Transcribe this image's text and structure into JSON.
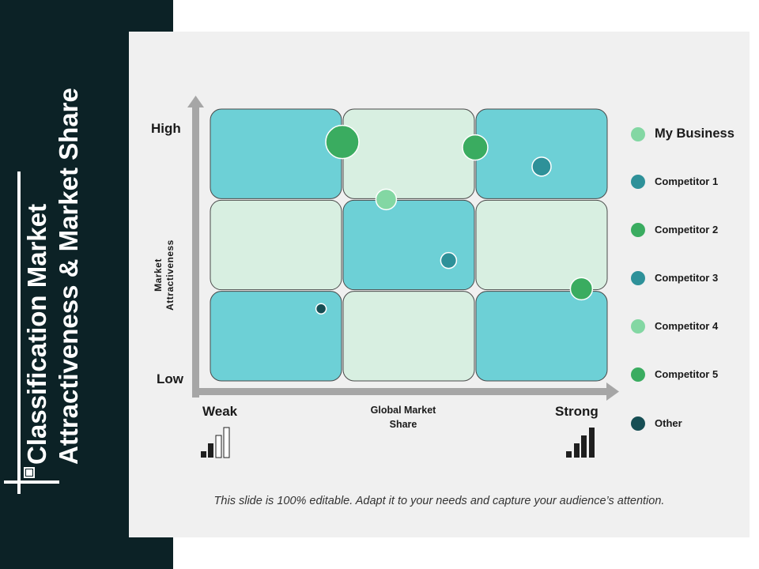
{
  "slide": {
    "title_line1": "Classification Market",
    "title_line2": "Attractiveness  & Market Share",
    "footer": "This slide is 100% editable. Adapt it to your needs and capture your audience’s attention."
  },
  "colors": {
    "sidebar": "#0c2226",
    "panel": "#f0f0f0",
    "cell_teal": "#6dd0d6",
    "cell_light": "#d8efe1",
    "axis": "#a6a6a6"
  },
  "chart_data": {
    "type": "scatter",
    "title": "",
    "xlabel": "Global Market Share",
    "ylabel": "Market Attractiveness",
    "x_low_label": "Weak",
    "x_high_label": "Strong",
    "y_low_label": "Low",
    "y_high_label": "High",
    "xlim": [
      0,
      3
    ],
    "ylim": [
      0,
      3
    ],
    "grid": "3x3",
    "legend_position": "right",
    "cells": [
      [
        "teal",
        "light",
        "teal"
      ],
      [
        "light",
        "teal",
        "light"
      ],
      [
        "teal",
        "light",
        "teal"
      ]
    ],
    "series": [
      {
        "name": "My Business",
        "color": "#83d7a3"
      },
      {
        "name": "Competitor 1",
        "color": "#2e9199"
      },
      {
        "name": "Competitor 2",
        "color": "#3aac60"
      },
      {
        "name": "Competitor 3",
        "color": "#2e9199"
      },
      {
        "name": "Competitor 4",
        "color": "#83d7a3"
      },
      {
        "name": "Competitor 5",
        "color": "#3aac60"
      },
      {
        "name": "Other",
        "color": "#164e54"
      }
    ],
    "points": [
      {
        "x": 1.0,
        "y": 2.63,
        "size": 21,
        "color": "#3aac60"
      },
      {
        "x": 2.0,
        "y": 2.57,
        "size": 16,
        "color": "#3aac60"
      },
      {
        "x": 2.5,
        "y": 2.36,
        "size": 12,
        "color": "#2e9199"
      },
      {
        "x": 1.33,
        "y": 2.0,
        "size": 13,
        "color": "#83d7a3"
      },
      {
        "x": 1.8,
        "y": 1.33,
        "size": 10,
        "color": "#2e9199"
      },
      {
        "x": 2.8,
        "y": 1.02,
        "size": 14,
        "color": "#3aac60"
      },
      {
        "x": 0.84,
        "y": 0.8,
        "size": 6.5,
        "color": "#164e54"
      }
    ]
  }
}
